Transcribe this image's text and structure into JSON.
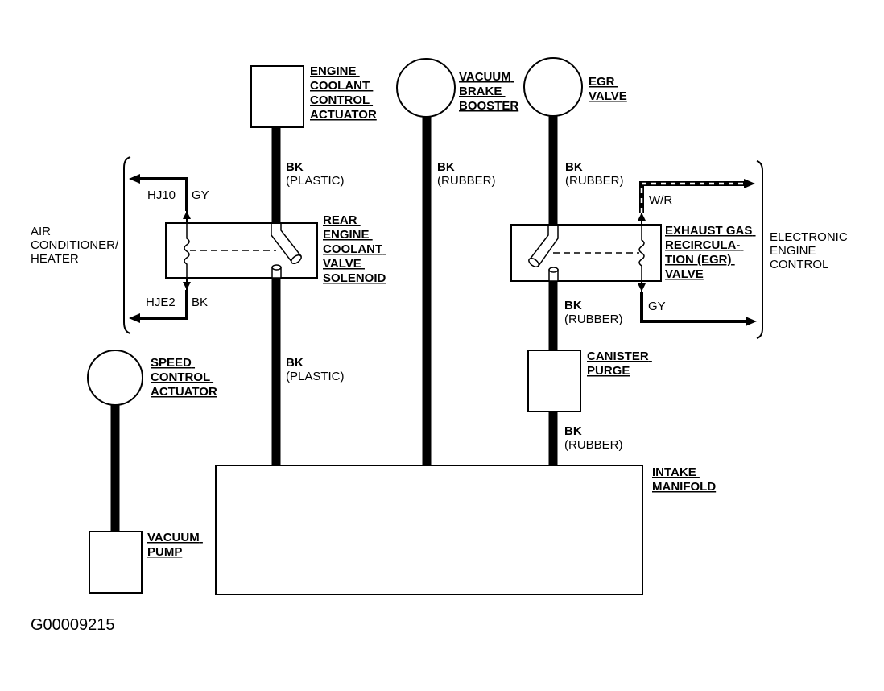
{
  "diagram": {
    "components": {
      "engine_coolant_control_actuator": [
        "ENGINE",
        "COOLANT",
        "CONTROL",
        "ACTUATOR"
      ],
      "vacuum_brake_booster": [
        "VACUUM",
        "BRAKE",
        "BOOSTER"
      ],
      "egr_valve": [
        "EGR",
        "VALVE"
      ],
      "rear_engine_coolant_valve_solenoid": [
        "REAR",
        "ENGINE",
        "COOLANT",
        "VALVE",
        "SOLENOID"
      ],
      "exhaust_gas_recirculation_valve": [
        "EXHAUST GAS",
        "RECIRCULA-",
        "TION (EGR)",
        "VALVE"
      ],
      "speed_control_actuator": [
        "SPEED",
        "CONTROL",
        "ACTUATOR"
      ],
      "canister_purge": [
        "CANISTER",
        "PURGE"
      ],
      "intake_manifold": [
        "INTAKE",
        "MANIFOLD"
      ],
      "vacuum_pump": [
        "VACUUM",
        "PUMP"
      ]
    },
    "systems": {
      "air_conditioner_heater": [
        "AIR",
        "CONDITIONER/",
        "HEATER"
      ],
      "electronic_engine_control": [
        "ELECTRONIC",
        "ENGINE",
        "CONTROL"
      ]
    },
    "hose_labels": {
      "coolant_upper": [
        "BK",
        "(PLASTIC)"
      ],
      "coolant_lower": [
        "BK",
        "(PLASTIC)"
      ],
      "brake_booster": [
        "BK",
        "(RUBBER)"
      ],
      "egr_upper": [
        "BK",
        "(RUBBER)"
      ],
      "egr_middle": [
        "BK",
        "(RUBBER)"
      ],
      "egr_lower": [
        "BK",
        "(RUBBER)"
      ]
    },
    "wires": {
      "hj10": "HJ10",
      "hj10_color": "GY",
      "hje2": "HJE2",
      "hje2_color": "BK",
      "wr": "W/R",
      "gy": "GY"
    },
    "figure_code": "G00009215"
  }
}
